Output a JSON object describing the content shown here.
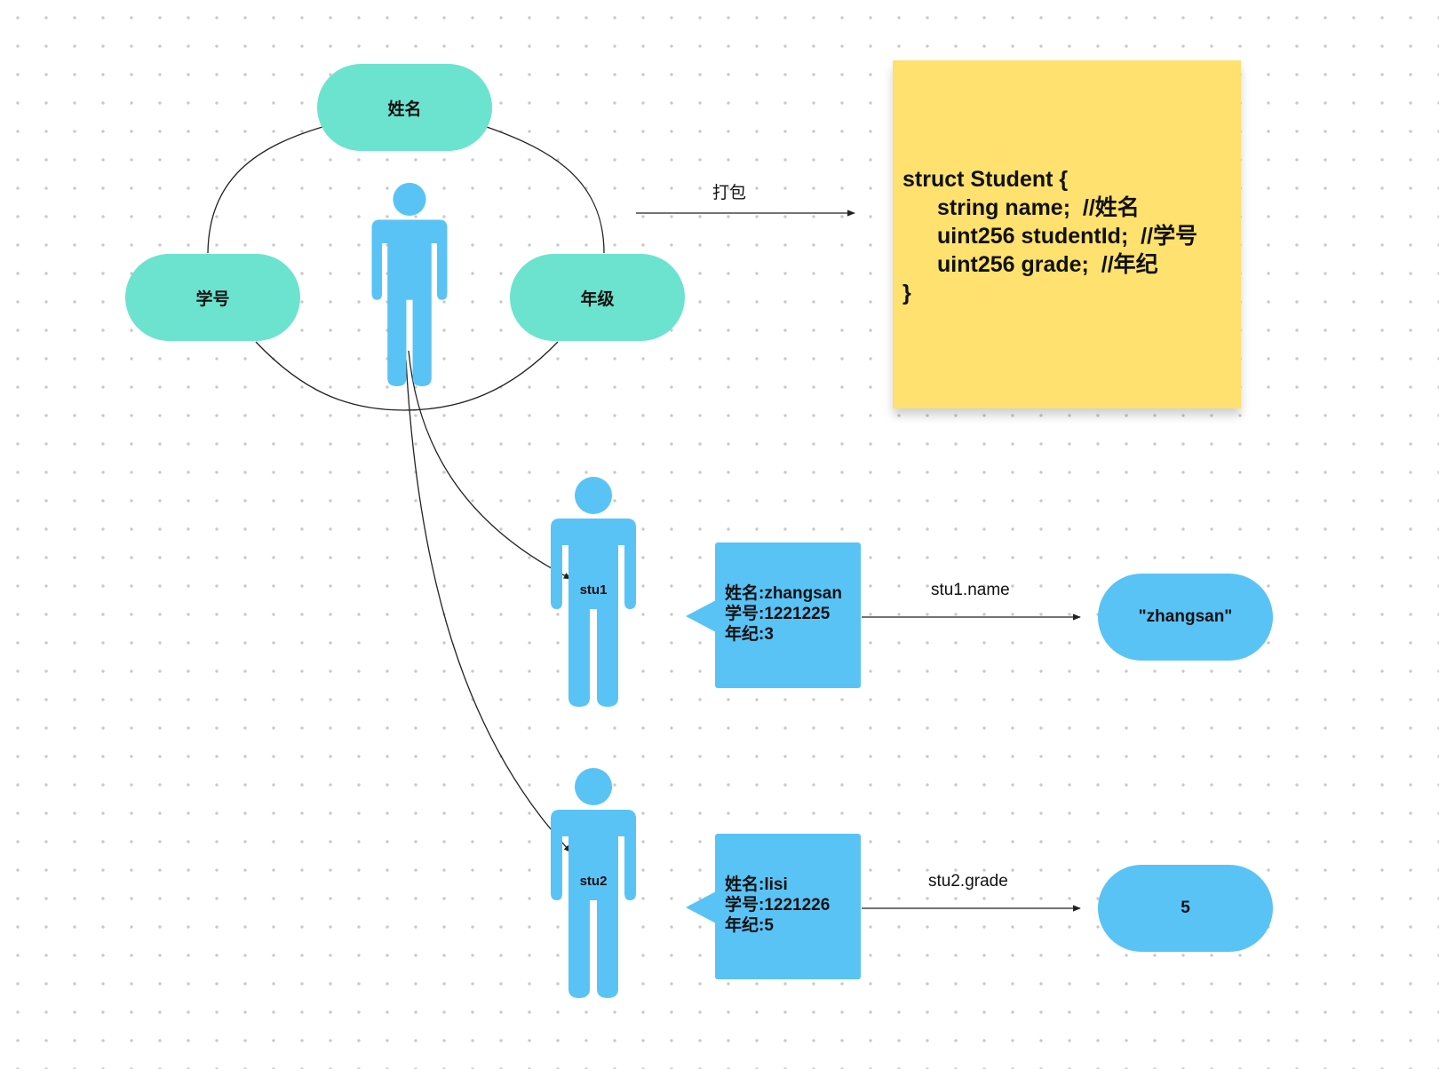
{
  "colors": {
    "teal": "#6ce3cf",
    "blue": "#5ac3f5",
    "sticky": "#fee16e",
    "line": "#222222"
  },
  "fields": {
    "name": "姓名",
    "student_id": "学号",
    "grade": "年级"
  },
  "pack_label": "打包",
  "struct_code": {
    "line1": "struct Student {",
    "line2": "string name;  //姓名",
    "line3": "uint256 studentId;  //学号",
    "line4": "uint256 grade;  //年纪",
    "line5": "}"
  },
  "students": [
    {
      "label": "stu1",
      "info_name": "姓名:zhangsan",
      "info_id": "学号:1221225",
      "info_grade": "年纪:3",
      "access_label": "stu1.name",
      "result": "\"zhangsan\""
    },
    {
      "label": "stu2",
      "info_name": "姓名:lisi",
      "info_id": "学号:1221226",
      "info_grade": "年纪:5",
      "access_label": "stu2.grade",
      "result": "5"
    }
  ],
  "icons": {
    "person": "person-icon"
  }
}
